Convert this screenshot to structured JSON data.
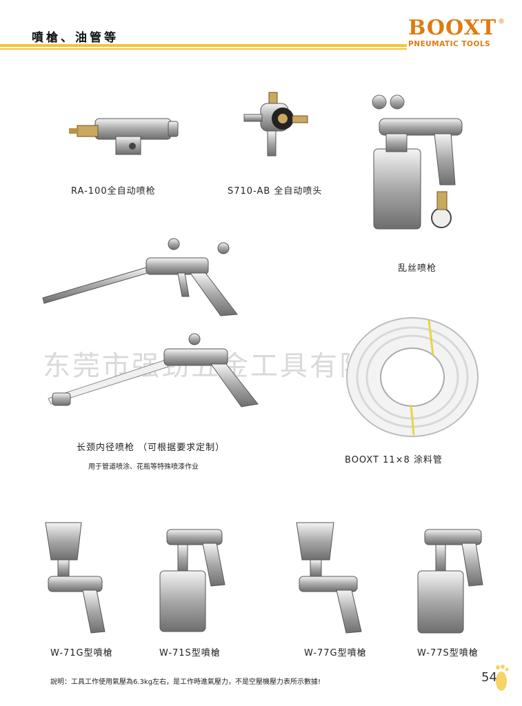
{
  "header": {
    "title": "噴槍、油管等"
  },
  "brand": {
    "name": "BOOXT",
    "registered": "®",
    "tagline": "PNEUMATIC TOOLS"
  },
  "products": [
    {
      "label": "RA-100全自动喷枪"
    },
    {
      "label": "S710-AB 全自动喷头"
    },
    {
      "label": "乱丝喷枪"
    },
    {
      "label": "长颈内径喷枪 （可根据要求定制）",
      "note": "用于管道喷涂、花瓶等特殊喷漆作业"
    },
    {
      "label": "BOOXT 11×8 涂料管"
    },
    {
      "label": "W-71G型噴槍"
    },
    {
      "label": "W-71S型噴槍"
    },
    {
      "label": "W-77G型噴槍"
    },
    {
      "label": "W-77S型噴槍"
    }
  ],
  "watermark": "东莞市强劲五金工具有限公司",
  "footer": {
    "note": "說明：工具工作使用氣壓為6.3kg左右，是工作時進氣壓力，不是空壓機壓力表所示數據!",
    "page_number": "54"
  }
}
